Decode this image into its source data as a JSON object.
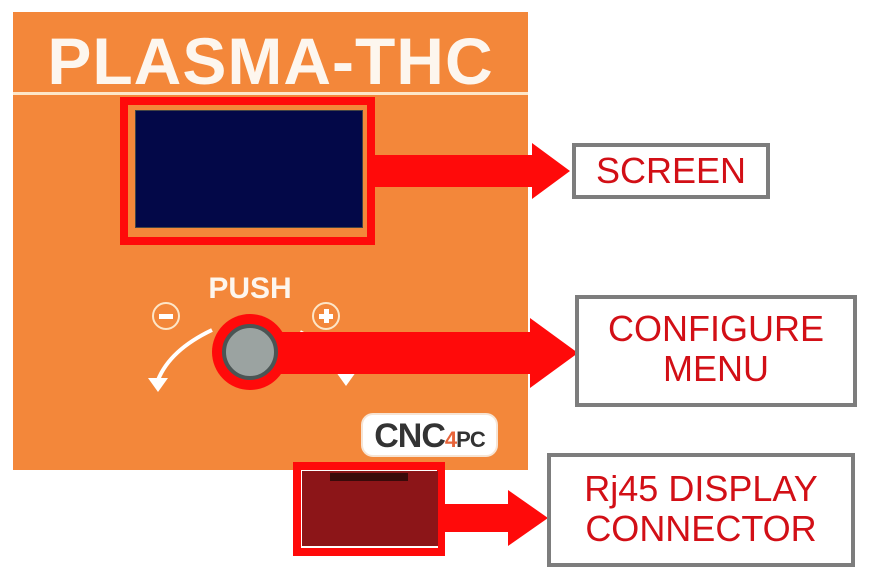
{
  "device": {
    "title": "PLASMA-THC",
    "knob": {
      "push_label": "PUSH",
      "decrease_symbol": "−",
      "increase_symbol": "+"
    },
    "logo": {
      "main": "CNC",
      "digit": "4",
      "suffix": "PC"
    }
  },
  "callouts": [
    {
      "lines": [
        "SCREEN"
      ]
    },
    {
      "lines": [
        "CONFIGURE",
        "MENU"
      ]
    },
    {
      "lines": [
        "Rj45 DISPLAY",
        "CONNECTOR"
      ]
    }
  ],
  "colors": {
    "panel": "#f3873a",
    "highlight": "#ff0a0a",
    "screen": "#030848",
    "connector": "#8c1518",
    "label_text": "#d20f16",
    "label_border": "#7d7d7d"
  }
}
